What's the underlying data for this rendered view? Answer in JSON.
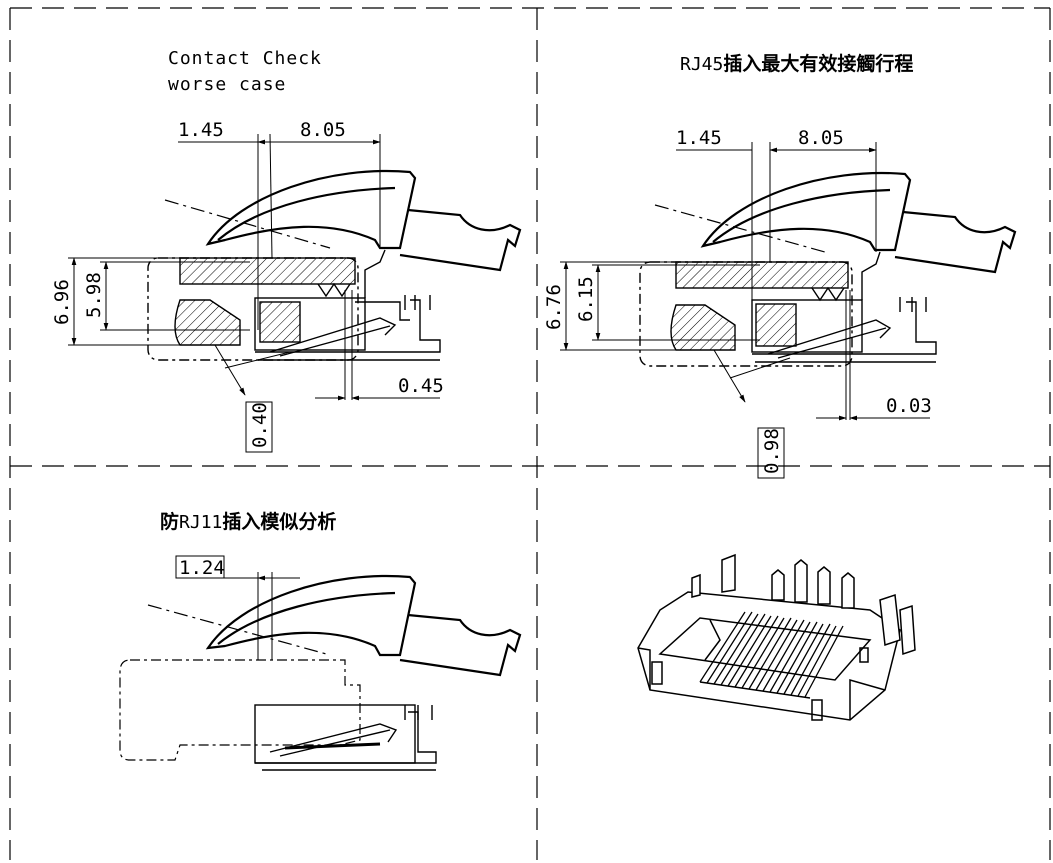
{
  "panels": {
    "top_left": {
      "title_line1": "Contact Check",
      "title_line2": "worse case",
      "dims": {
        "d_1_45": "1.45",
        "d_8_05": "8.05",
        "d_6_96": "6.96",
        "d_5_98": "5.98",
        "d_0_45": "0.45",
        "d_0_40": "0.40"
      }
    },
    "top_right": {
      "title_prefix": "RJ45",
      "title_cjk": "插入最大有效接觸行程",
      "dims": {
        "d_1_45": "1.45",
        "d_8_05": "8.05",
        "d_6_76": "6.76",
        "d_6_15": "6.15",
        "d_0_03": "0.03",
        "d_0_98": "0.98"
      }
    },
    "bottom_left": {
      "title_cjk_pre": "防",
      "title_mid": "RJ11",
      "title_cjk_post": "插入模似分析",
      "dims": {
        "d_1_24": "1.24"
      }
    },
    "bottom_right": {}
  },
  "colors": {
    "line": "#000000",
    "background": "#ffffff"
  }
}
